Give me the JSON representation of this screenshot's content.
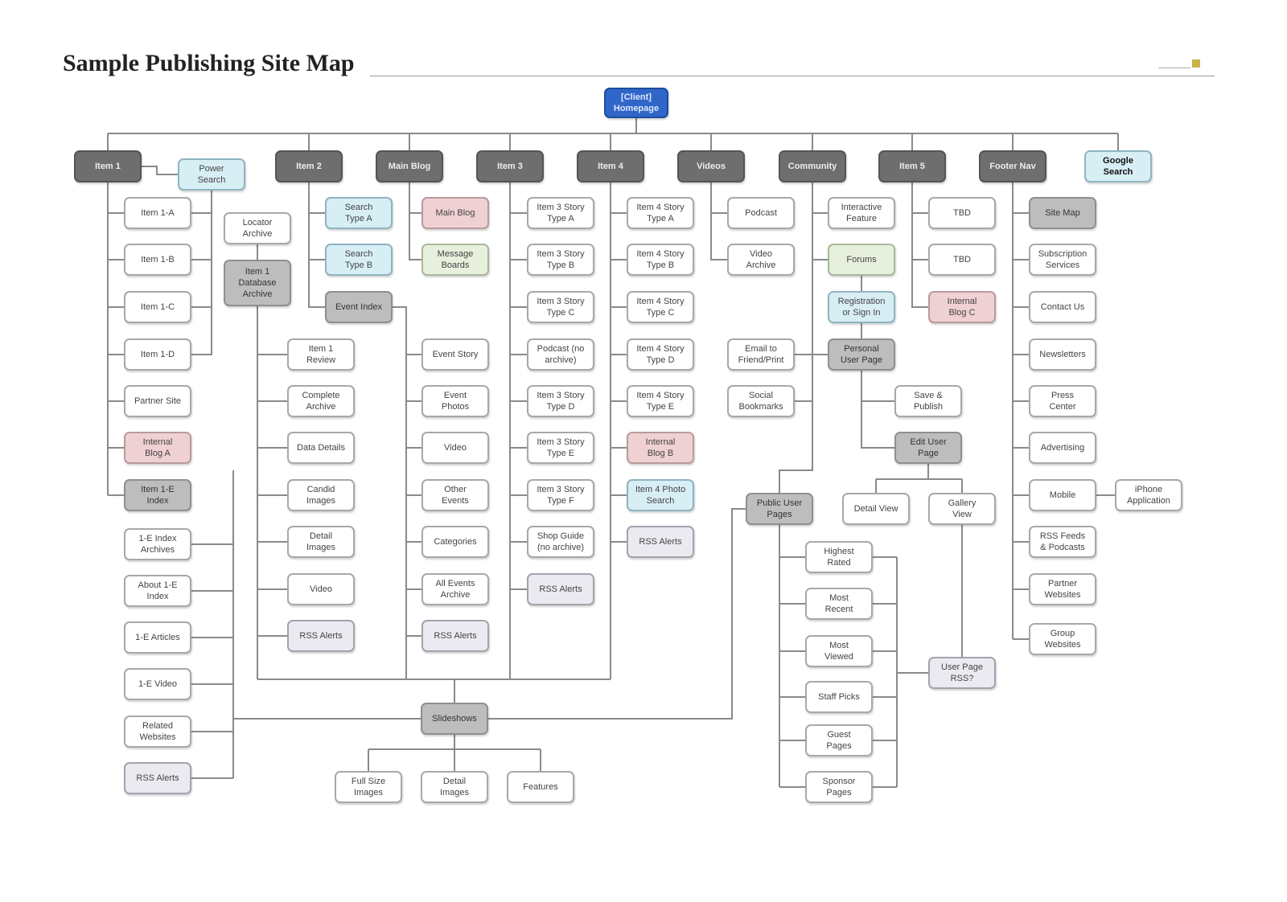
{
  "title": "Sample Publishing Site Map",
  "colors": {
    "dark": "#6e6e6e",
    "blue": "#2f66c8",
    "gray": "#bdbdbd",
    "lightblue": "#d8eef5",
    "pink": "#efd0d3",
    "green": "#e7f0dc",
    "lavender": "#eceaf1"
  },
  "nodes": [
    {
      "id": "home",
      "label": "[Client]\nHomepage",
      "style": "blue"
    },
    {
      "id": "item1",
      "label": "Item 1",
      "style": "dark"
    },
    {
      "id": "power",
      "label": "Power\nSearch",
      "style": "lightblue"
    },
    {
      "id": "item2",
      "label": "Item 2",
      "style": "dark"
    },
    {
      "id": "mainblog",
      "label": "Main Blog",
      "style": "dark"
    },
    {
      "id": "item3",
      "label": "Item 3",
      "style": "dark"
    },
    {
      "id": "item4",
      "label": "Item 4",
      "style": "dark"
    },
    {
      "id": "videos",
      "label": "Videos",
      "style": "dark"
    },
    {
      "id": "community",
      "label": "Community",
      "style": "dark"
    },
    {
      "id": "item5",
      "label": "Item 5",
      "style": "dark"
    },
    {
      "id": "footer",
      "label": "Footer Nav",
      "style": "dark"
    },
    {
      "id": "google",
      "label": "Google\nSearch",
      "style": "google"
    },
    {
      "id": "i1a",
      "label": "Item 1-A",
      "style": "white"
    },
    {
      "id": "i1b",
      "label": "Item 1-B",
      "style": "white"
    },
    {
      "id": "i1c",
      "label": "Item 1-C",
      "style": "white"
    },
    {
      "id": "i1d",
      "label": "Item 1-D",
      "style": "white"
    },
    {
      "id": "partner",
      "label": "Partner Site",
      "style": "white"
    },
    {
      "id": "blogA",
      "label": "Internal\nBlog A",
      "style": "pink"
    },
    {
      "id": "i1e",
      "label": "Item 1-E\nIndex",
      "style": "gray"
    },
    {
      "id": "e_arch",
      "label": "1-E Index\nArchives",
      "style": "white"
    },
    {
      "id": "e_about",
      "label": "About 1-E\nIndex",
      "style": "white"
    },
    {
      "id": "e_art",
      "label": "1-E Articles",
      "style": "white"
    },
    {
      "id": "e_vid",
      "label": "1-E Video",
      "style": "white"
    },
    {
      "id": "e_rel",
      "label": "Related\nWebsites",
      "style": "white"
    },
    {
      "id": "e_rss",
      "label": "RSS Alerts",
      "style": "lav"
    },
    {
      "id": "locator",
      "label": "Locator\nArchive",
      "style": "white"
    },
    {
      "id": "db",
      "label": "Item 1\nDatabase\nArchive",
      "style": "gray"
    },
    {
      "id": "d_rev",
      "label": "Item 1\nReview",
      "style": "white"
    },
    {
      "id": "d_comp",
      "label": "Complete\nArchive",
      "style": "white"
    },
    {
      "id": "d_det",
      "label": "Data Details",
      "style": "white"
    },
    {
      "id": "d_cand",
      "label": "Candid\nImages",
      "style": "white"
    },
    {
      "id": "d_dimg",
      "label": "Detail\nImages",
      "style": "white"
    },
    {
      "id": "d_vid",
      "label": "Video",
      "style": "white"
    },
    {
      "id": "d_rss",
      "label": "RSS Alerts",
      "style": "lav"
    },
    {
      "id": "stA",
      "label": "Search\nType A",
      "style": "lightblue"
    },
    {
      "id": "stB",
      "label": "Search\nType B",
      "style": "lightblue"
    },
    {
      "id": "evidx",
      "label": "Event Index",
      "style": "gray"
    },
    {
      "id": "mb",
      "label": "Main Blog",
      "style": "pink"
    },
    {
      "id": "msg",
      "label": "Message\nBoards",
      "style": "green"
    },
    {
      "id": "ev_story",
      "label": "Event Story",
      "style": "white"
    },
    {
      "id": "ev_ph",
      "label": "Event\nPhotos",
      "style": "white"
    },
    {
      "id": "ev_vid",
      "label": "Video",
      "style": "white"
    },
    {
      "id": "ev_oth",
      "label": "Other\nEvents",
      "style": "white"
    },
    {
      "id": "ev_cat",
      "label": "Categories",
      "style": "white"
    },
    {
      "id": "ev_all",
      "label": "All Events\nArchive",
      "style": "white"
    },
    {
      "id": "ev_rss",
      "label": "RSS Alerts",
      "style": "lav"
    },
    {
      "id": "s3a",
      "label": "Item 3 Story\nType A",
      "style": "white"
    },
    {
      "id": "s3b",
      "label": "Item 3 Story\nType B",
      "style": "white"
    },
    {
      "id": "s3c",
      "label": "Item 3 Story\nType C",
      "style": "white"
    },
    {
      "id": "pod3",
      "label": "Podcast (no\narchive)",
      "style": "white"
    },
    {
      "id": "s3d",
      "label": "Item 3 Story\nType D",
      "style": "white"
    },
    {
      "id": "s3e",
      "label": "Item 3 Story\nType E",
      "style": "white"
    },
    {
      "id": "s3f",
      "label": "Item 3 Story\nType F",
      "style": "white"
    },
    {
      "id": "shop",
      "label": "Shop Guide\n(no archive)",
      "style": "white"
    },
    {
      "id": "rss3",
      "label": "RSS Alerts",
      "style": "lav"
    },
    {
      "id": "s4a",
      "label": "Item 4 Story\nType A",
      "style": "white"
    },
    {
      "id": "s4b",
      "label": "Item 4 Story\nType B",
      "style": "white"
    },
    {
      "id": "s4c",
      "label": "Item 4 Story\nType C",
      "style": "white"
    },
    {
      "id": "s4d",
      "label": "Item 4 Story\nType D",
      "style": "white"
    },
    {
      "id": "s4e",
      "label": "Item 4 Story\nType E",
      "style": "white"
    },
    {
      "id": "blogB",
      "label": "Internal\nBlog B",
      "style": "pink"
    },
    {
      "id": "photo4",
      "label": "Item 4 Photo\nSearch",
      "style": "lightblue"
    },
    {
      "id": "rss4",
      "label": "RSS Alerts",
      "style": "lav"
    },
    {
      "id": "podcast",
      "label": "Podcast",
      "style": "white"
    },
    {
      "id": "varch",
      "label": "Video\nArchive",
      "style": "white"
    },
    {
      "id": "email",
      "label": "Email to\nFriend/Print",
      "style": "white"
    },
    {
      "id": "social",
      "label": "Social\nBookmarks",
      "style": "white"
    },
    {
      "id": "interact",
      "label": "Interactive\nFeature",
      "style": "white"
    },
    {
      "id": "forums",
      "label": "Forums",
      "style": "green"
    },
    {
      "id": "reg",
      "label": "Registration\nor Sign In",
      "style": "lightblue"
    },
    {
      "id": "pup",
      "label": "Personal\nUser Page",
      "style": "gray"
    },
    {
      "id": "save",
      "label": "Save &\nPublish",
      "style": "white"
    },
    {
      "id": "edit",
      "label": "Edit User\nPage",
      "style": "gray"
    },
    {
      "id": "detv",
      "label": "Detail View",
      "style": "white"
    },
    {
      "id": "galv",
      "label": "Gallery\nView",
      "style": "white"
    },
    {
      "id": "pubp",
      "label": "Public User\nPages",
      "style": "gray"
    },
    {
      "id": "hr",
      "label": "Highest\nRated",
      "style": "white"
    },
    {
      "id": "mr",
      "label": "Most\nRecent",
      "style": "white"
    },
    {
      "id": "mv",
      "label": "Most\nViewed",
      "style": "white"
    },
    {
      "id": "sp",
      "label": "Staff Picks",
      "style": "white"
    },
    {
      "id": "gp",
      "label": "Guest\nPages",
      "style": "white"
    },
    {
      "id": "spp",
      "label": "Sponsor\nPages",
      "style": "white"
    },
    {
      "id": "uprss",
      "label": "User Page\nRSS?",
      "style": "lav"
    },
    {
      "id": "tbd1",
      "label": "TBD",
      "style": "white"
    },
    {
      "id": "tbd2",
      "label": "TBD",
      "style": "white"
    },
    {
      "id": "blogC",
      "label": "Internal\nBlog C",
      "style": "pink"
    },
    {
      "id": "sitemap",
      "label": "Site Map",
      "style": "gray"
    },
    {
      "id": "subs",
      "label": "Subscription\nServices",
      "style": "white"
    },
    {
      "id": "contact",
      "label": "Contact Us",
      "style": "white"
    },
    {
      "id": "news",
      "label": "Newsletters",
      "style": "white"
    },
    {
      "id": "press",
      "label": "Press\nCenter",
      "style": "white"
    },
    {
      "id": "adv",
      "label": "Advertising",
      "style": "white"
    },
    {
      "id": "mobile",
      "label": "Mobile",
      "style": "white"
    },
    {
      "id": "iphone",
      "label": "iPhone\nApplication",
      "style": "white"
    },
    {
      "id": "rssfeeds",
      "label": "RSS Feeds\n& Podcasts",
      "style": "white"
    },
    {
      "id": "pweb",
      "label": "Partner\nWebsites",
      "style": "white"
    },
    {
      "id": "gweb",
      "label": "Group\nWebsites",
      "style": "white"
    },
    {
      "id": "slides",
      "label": "Slideshows",
      "style": "gray"
    },
    {
      "id": "fsi",
      "label": "Full Size\nImages",
      "style": "white"
    },
    {
      "id": "sdi",
      "label": "Detail\nImages",
      "style": "white"
    },
    {
      "id": "feat",
      "label": "Features",
      "style": "white"
    }
  ]
}
